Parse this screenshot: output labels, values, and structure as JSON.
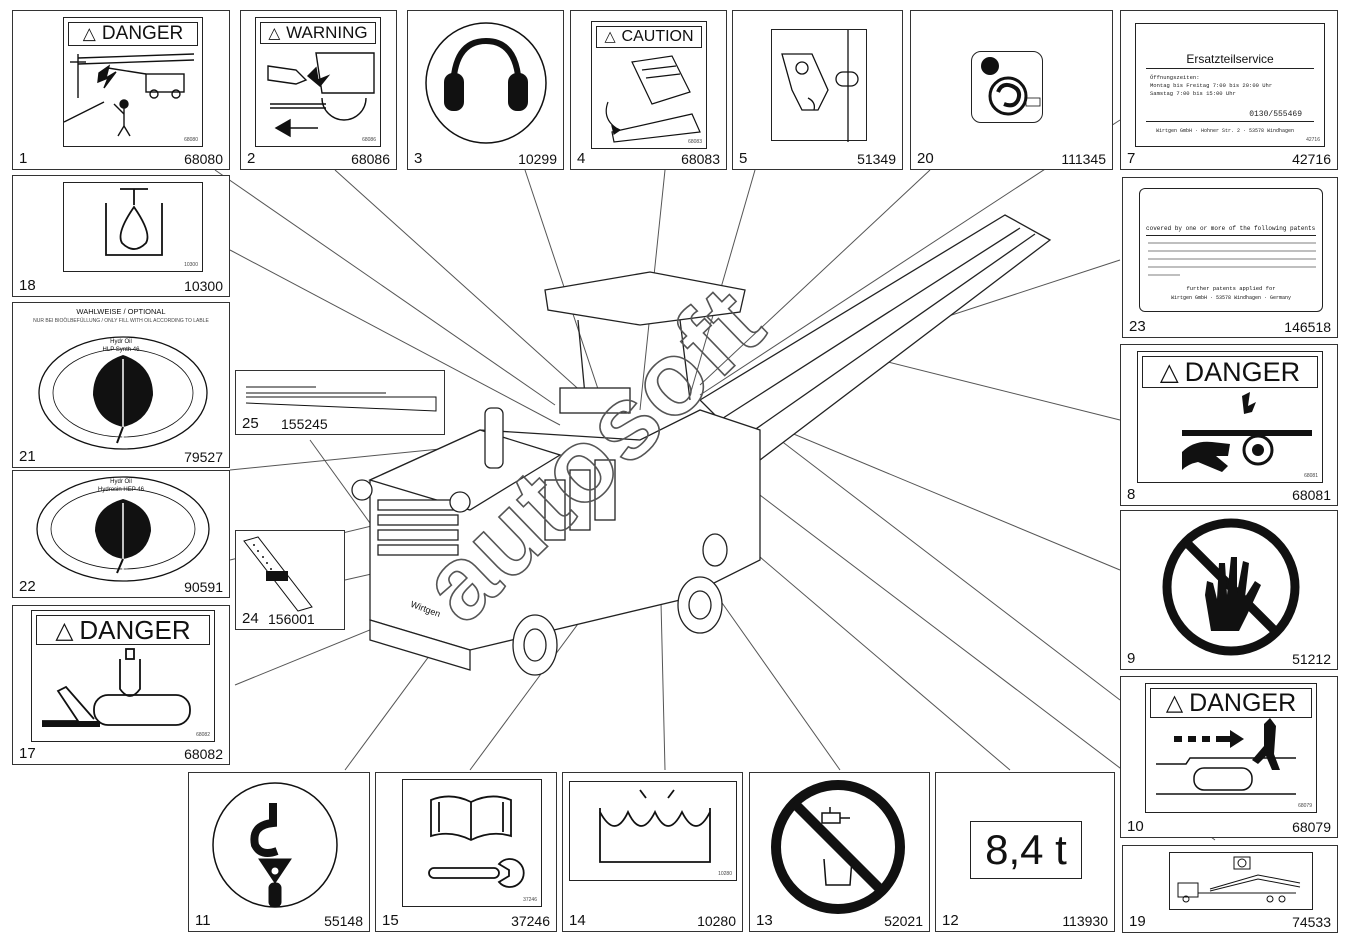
{
  "watermark": "autosoft",
  "panels": {
    "p1": {
      "num": "1",
      "code": "68080",
      "header": "DANGER",
      "decal_code": "68080"
    },
    "p2": {
      "num": "2",
      "code": "68086",
      "header": "WARNING",
      "decal_code": "68086"
    },
    "p3": {
      "num": "3",
      "code": "10299"
    },
    "p4": {
      "num": "4",
      "code": "68083",
      "header": "CAUTION",
      "decal_code": "68083"
    },
    "p5": {
      "num": "5",
      "code": "51349"
    },
    "p20": {
      "num": "20",
      "code": "111345"
    },
    "p7": {
      "num": "7",
      "code": "42716",
      "title": "Ersatzteilservice",
      "lines": [
        "Öffnungszeiten:",
        "Montag bis Freitag    7:00 bis 20:00 Uhr",
        "Samstag               7:00 bis 15:00 Uhr",
        "0130/555469",
        "Wirtgen GmbH · Hohner Str. 2 · 53578 Windhagen"
      ],
      "decal_code": "42716"
    },
    "p18": {
      "num": "18",
      "code": "10300",
      "decal_code": "10300"
    },
    "p23": {
      "num": "23",
      "code": "146518",
      "title": "covered by one or more of the following patents",
      "footer": "further patents applied for",
      "company": "Wirtgen GmbH · 53578 Windhagen · Germany"
    },
    "p21": {
      "num": "21",
      "code": "79527",
      "top": "WAHLWEISE / OPTIONAL",
      "sub": "NUR BEI BIOÖLBEFÜLLUNG / ONLY FILL WITH OIL ACCORDING TO LABLE",
      "brand": "Hydr Oil",
      "prod": "HLP Synth 46"
    },
    "p22": {
      "num": "22",
      "code": "90591",
      "brand": "Hydr Oil",
      "prod": "Hydrosin HEP 46"
    },
    "p25": {
      "num": "25",
      "code": "155245"
    },
    "p24": {
      "num": "24",
      "code": "156001"
    },
    "p17": {
      "num": "17",
      "code": "68082",
      "header": "DANGER",
      "decal_code": "68082"
    },
    "p8": {
      "num": "8",
      "code": "68081",
      "header": "DANGER",
      "decal_code": "68081"
    },
    "p9": {
      "num": "9",
      "code": "51212"
    },
    "p10": {
      "num": "10",
      "code": "68079",
      "header": "DANGER",
      "decal_code": "68079"
    },
    "p19": {
      "num": "19",
      "code": "74533"
    },
    "p11": {
      "num": "11",
      "code": "55148"
    },
    "p15": {
      "num": "15",
      "code": "37246",
      "decal_code": "37246"
    },
    "p14": {
      "num": "14",
      "code": "10280",
      "decal_code": "10280"
    },
    "p13": {
      "num": "13",
      "code": "52021"
    },
    "p12": {
      "num": "12",
      "code": "113930",
      "weight": "8,4 t"
    }
  },
  "machine_brand": "Wirtgen"
}
